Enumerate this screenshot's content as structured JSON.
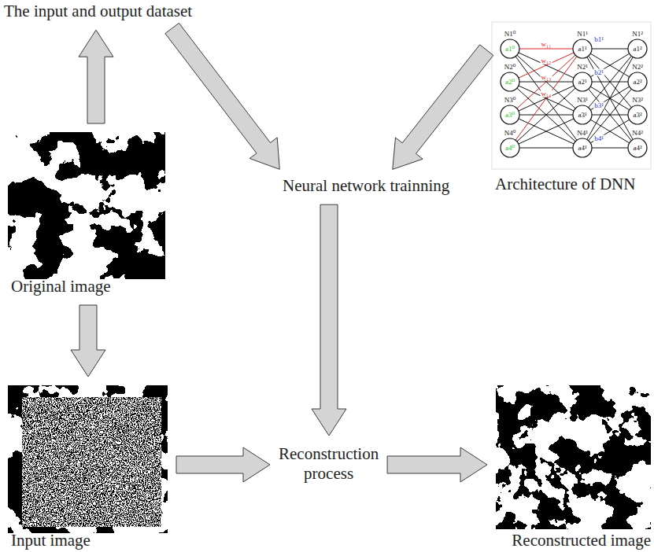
{
  "diagram": {
    "nodes": [
      {
        "text": [
          "The input and output dataset"
        ]
      },
      {
        "text": [
          "Architecture of DNN"
        ]
      },
      {
        "text": [
          "Original image"
        ]
      },
      {
        "text": [
          "Neural network trainning"
        ]
      },
      {
        "text": [
          "Input image"
        ]
      },
      {
        "text": [
          "Reconstruction process"
        ]
      },
      {
        "text": [
          "Reconstructed image"
        ]
      }
    ],
    "edges": [
      {
        "from": 2,
        "to": 0,
        "arrow": "to"
      },
      {
        "from": 0,
        "to": 3,
        "arrow": "to"
      },
      {
        "from": 1,
        "to": 3,
        "arrow": "to"
      },
      {
        "from": 3,
        "to": 5,
        "arrow": "to"
      },
      {
        "from": 2,
        "to": 4,
        "arrow": "to"
      },
      {
        "from": 4,
        "to": 5,
        "arrow": "to"
      },
      {
        "from": 5,
        "to": 6,
        "arrow": "to"
      }
    ],
    "labels": [
      "N1⁰",
      "a1⁰",
      "N2⁰",
      "a2⁰",
      "N3⁰",
      "a3⁰",
      "N4⁰",
      "a4⁰",
      "N1¹",
      "a1¹",
      "N2¹",
      "a2¹",
      "N3¹",
      "a3¹",
      "N4¹",
      "a4¹",
      "N1²",
      "a1²",
      "N2²",
      "a2²",
      "N3²",
      "a3²",
      "N4²",
      "a4²",
      "b1¹",
      "b2¹",
      "b3¹",
      "b4¹",
      "w₁₁",
      "w₁₂",
      "w₁₃",
      "w₁₄"
    ]
  }
}
